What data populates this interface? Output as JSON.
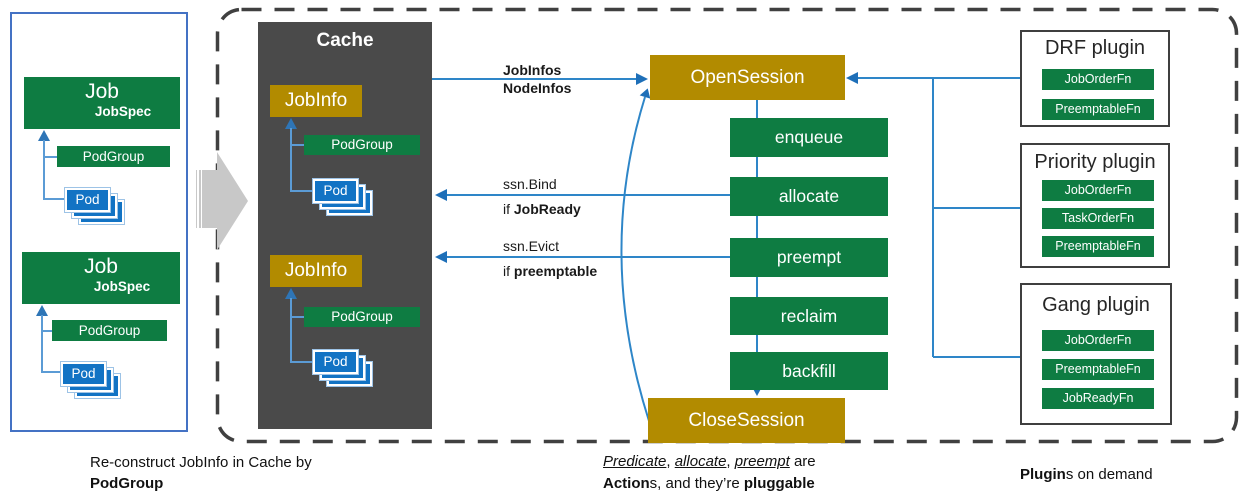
{
  "left_panel": {
    "jobs": [
      {
        "title": "Job",
        "subtitle": "JobSpec",
        "podgroup_label": "PodGroup",
        "pod_label": "Pod"
      },
      {
        "title": "Job",
        "subtitle": "JobSpec",
        "podgroup_label": "PodGroup",
        "pod_label": "Pod"
      }
    ],
    "caption": {
      "line1": "Re-construct JobInfo in Cache by",
      "line2_bold": "PodGroup"
    }
  },
  "cache": {
    "title": "Cache",
    "groups": [
      {
        "jobinfo_label": "JobInfo",
        "podgroup_label": "PodGroup",
        "pod_label": "Pod"
      },
      {
        "jobinfo_label": "JobInfo",
        "podgroup_label": "PodGroup",
        "pod_label": "Pod"
      }
    ]
  },
  "session": {
    "open_label": "OpenSession",
    "close_label": "CloseSession",
    "actions": [
      "enqueue",
      "allocate",
      "preempt",
      "reclaim",
      "backfill"
    ]
  },
  "edge_labels": {
    "cache_to_open_line1": "JobInfos",
    "cache_to_open_line2": "NodeInfos",
    "bind_call": "ssn.Bind",
    "bind_cond_prefix": "if ",
    "bind_cond_term": "JobReady",
    "evict_call": "ssn.Evict",
    "evict_cond_prefix": "if ",
    "evict_cond_term": "preemptable"
  },
  "plugins": [
    {
      "title": "DRF plugin",
      "functions": [
        "JobOrderFn",
        "PreemptableFn"
      ]
    },
    {
      "title": "Priority plugin",
      "functions": [
        "JobOrderFn",
        "TaskOrderFn",
        "PreemptableFn"
      ]
    },
    {
      "title": "Gang plugin",
      "functions": [
        "JobOrderFn",
        "PreemptableFn",
        "JobReadyFn"
      ]
    }
  ],
  "captions": {
    "middle": {
      "term1": "Predicate",
      "sep1": ", ",
      "term2": "allocate",
      "sep2": ", ",
      "term3": "preempt",
      "suffix": " are",
      "line2_bold1": "Action",
      "line2_mid": "s, and they’re ",
      "line2_bold2": "pluggable"
    },
    "right": {
      "bold": "Plugin",
      "rest": "s on demand"
    }
  },
  "colors": {
    "green": "#0e7c42",
    "gold": "#b28b00",
    "pod_blue": "#1273c4",
    "cache_gray": "#4a4a4a",
    "line_blue": "#2e86c8",
    "elbow_blue": "#5b9bd5",
    "arrowhead_blue": "#1e6fb8",
    "panel_border_blue": "#4472c4",
    "dashed_border": "#404040",
    "chevron_gray": "#c8c8c8"
  }
}
